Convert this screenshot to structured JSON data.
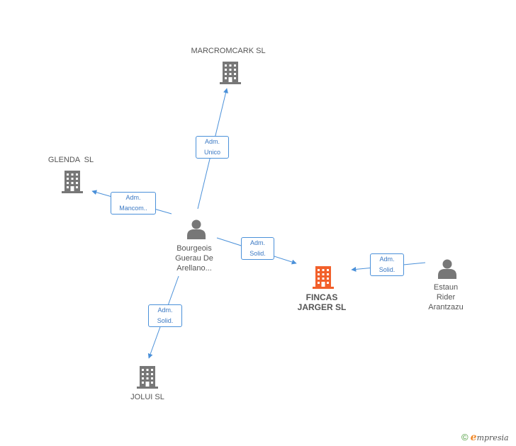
{
  "colors": {
    "edge": "#4a90d9",
    "company": "#777777",
    "main_company": "#f2602b",
    "person": "#777777"
  },
  "nodes": {
    "marcromcark": {
      "name": "MARCROMCARK SL",
      "icon": "building-icon"
    },
    "glenda": {
      "name": "GLENDA  SL",
      "icon": "building-icon"
    },
    "bourgeois": {
      "name_lines": [
        "Bourgeois",
        "Guerau De",
        "Arellano..."
      ],
      "icon": "person-icon"
    },
    "fincas": {
      "name_lines": [
        "FINCAS",
        "JARGER SL"
      ],
      "icon": "building-icon"
    },
    "estaun": {
      "name_lines": [
        "Estaun",
        "Rider",
        "Arantzazu"
      ],
      "icon": "person-icon"
    },
    "jolui": {
      "name": "JOLUI SL",
      "icon": "building-icon"
    }
  },
  "edges": {
    "to_marcromcark": {
      "lines": [
        "Adm.",
        "Unico"
      ]
    },
    "to_glenda": {
      "lines": [
        "Adm.",
        "Mancom.."
      ]
    },
    "to_fincas": {
      "lines": [
        "Adm.",
        "Solid."
      ]
    },
    "estaun_to_fincas": {
      "lines": [
        "Adm.",
        "Solid."
      ]
    },
    "to_jolui": {
      "lines": [
        "Adm.",
        "Solid."
      ]
    }
  },
  "footer": {
    "copyright": "©",
    "brand_initial": "e",
    "brand_rest": "mpresia"
  }
}
